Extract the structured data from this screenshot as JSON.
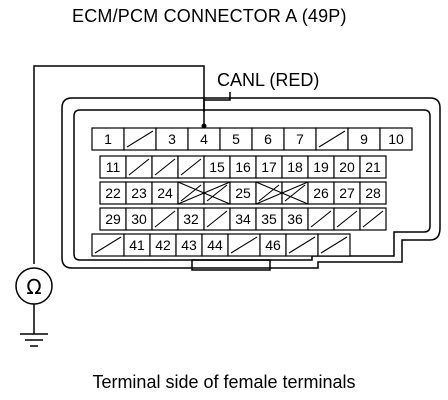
{
  "title": "ECM/PCM CONNECTOR A (49P)",
  "wire_label": "CANL (RED)",
  "caption": "Terminal side of female terminals",
  "meter_symbol": "Ω",
  "meter_icon": "ohmmeter-icon",
  "ground_icon": "ground-icon",
  "probe_terminal": "4",
  "terminals": {
    "row1": [
      "1",
      "",
      "3",
      "4",
      "5",
      "6",
      "7",
      "",
      "9",
      "10"
    ],
    "row2": [
      "11",
      "",
      "",
      "",
      "15",
      "16",
      "17",
      "18",
      "19",
      "20",
      "21"
    ],
    "row3": [
      "22",
      "23",
      "24",
      "",
      "",
      "25",
      "",
      "",
      "26",
      "27",
      "28"
    ],
    "row4": [
      "29",
      "30",
      "",
      "32",
      "",
      "34",
      "35",
      "36",
      "",
      "",
      ""
    ],
    "row5": [
      "",
      "41",
      "42",
      "43",
      "44",
      "",
      "46",
      "",
      ""
    ]
  }
}
